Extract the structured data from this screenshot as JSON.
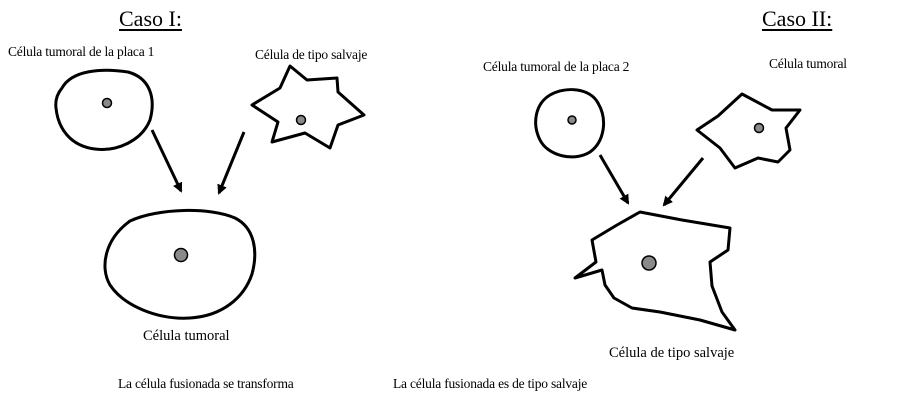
{
  "case1": {
    "title": "Caso I:",
    "cell_a_label": "Célula tumoral de la placa 1",
    "cell_b_label": "Célula de tipo salvaje",
    "result_label": "Célula tumoral",
    "caption": "La célula fusionada se transforma"
  },
  "case2": {
    "title": "Caso II:",
    "cell_a_label": "Célula tumoral de la placa 2",
    "cell_b_label": "Célula tumoral",
    "result_label": "Célula de tipo salvaje",
    "caption": "La célula fusionada es de tipo salvaje"
  },
  "colors": {
    "nucleus": "#8a8a8a",
    "stroke": "#000000"
  }
}
